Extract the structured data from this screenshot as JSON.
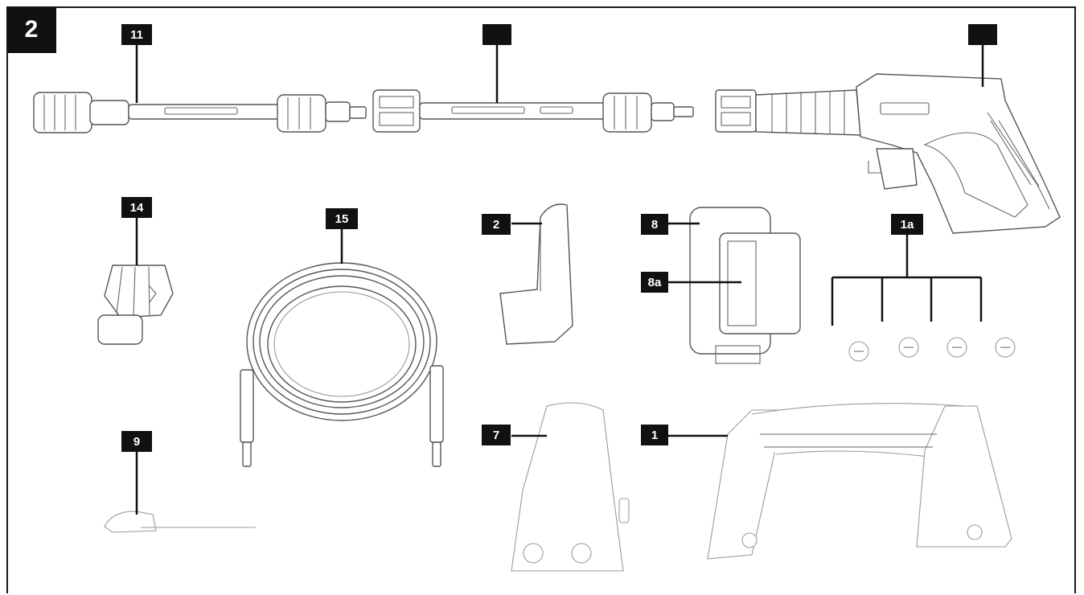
{
  "figure": {
    "number": "2"
  },
  "callouts": {
    "lance_turbo": "11",
    "lance_standard": "",
    "spray_gun": "",
    "foam_nozzle": "14",
    "hose": "15",
    "holder_2": "2",
    "holder_8": "8",
    "holder_8a": "8a",
    "screws": "1a",
    "cleaning_needle": "9",
    "holder_7": "7",
    "handle": "1"
  },
  "colors": {
    "badge": "#111111",
    "line_art": "#555555",
    "background": "#ffffff"
  }
}
